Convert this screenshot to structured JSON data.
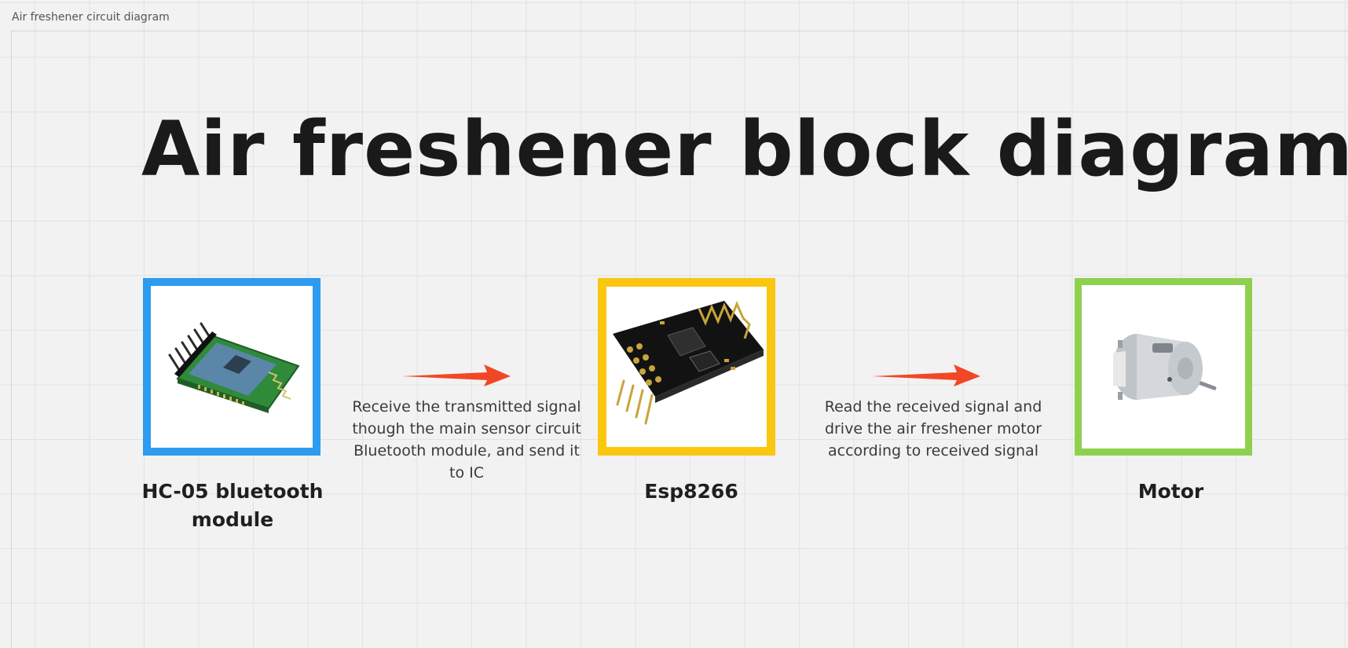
{
  "board": {
    "title": "Air freshener circuit diagram"
  },
  "diagram": {
    "title": "Air freshener block diagram",
    "blocks": [
      {
        "label": "HC-05 bluetooth module",
        "image": "hc-05-bluetooth-module",
        "border_color": "#2d9bf0"
      },
      {
        "label": "Esp8266",
        "image": "esp8266-module",
        "border_color": "#fac710"
      },
      {
        "label": "Motor",
        "image": "dc-motor",
        "border_color": "#8fd14f"
      }
    ],
    "connections": [
      {
        "from": "HC-05 bluetooth module",
        "to": "Esp8266",
        "text": "Receive the transmitted signal though the main sensor circuit Bluetooth module, and send it to IC"
      },
      {
        "from": "Esp8266",
        "to": "Motor",
        "text": "Read the received signal and drive the air freshener motor according to received signal"
      }
    ],
    "arrow_color": "#f24726"
  }
}
